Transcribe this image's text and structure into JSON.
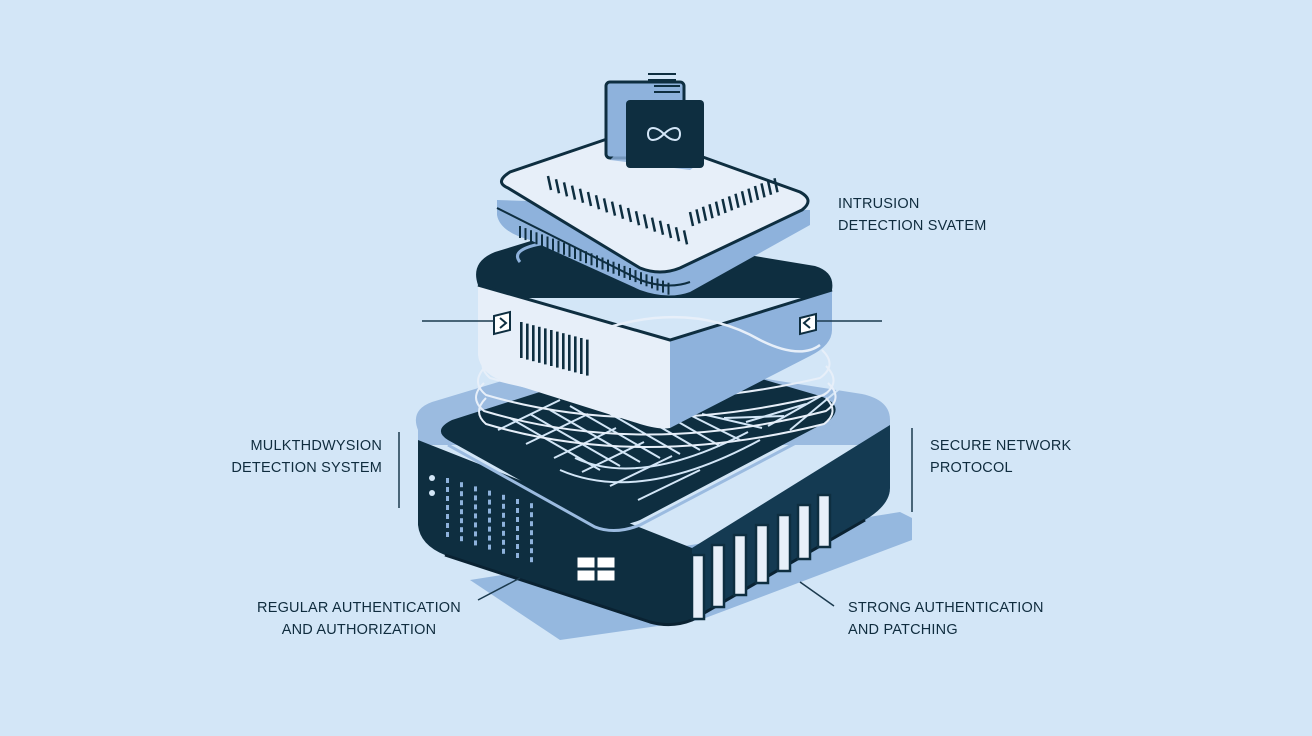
{
  "palette": {
    "background": "#d3e6f7",
    "navy": "#0e2e40",
    "light_face": "#e7eff9",
    "mid_blue": "#8eb2dc",
    "line": "#1b3a4e"
  },
  "icons": {
    "top_card": "infinity-icon"
  },
  "labels": {
    "intrusion": {
      "line1": "INTRUSION",
      "line2": "DETECTION SVATEM"
    },
    "multi": {
      "line1": "MULKTHDWYSION",
      "line2": "DETECTION SYSTEM"
    },
    "secure": {
      "line1": "SECURE NETWORK",
      "line2": "PROTOCOL"
    },
    "regular": {
      "line1": "REGULAR AUTHENTICATION",
      "line2": "AND AUTHORIZATION"
    },
    "strong": {
      "line1": "STRONG AUTHENTICATION",
      "line2": "AND PATCHING"
    }
  }
}
